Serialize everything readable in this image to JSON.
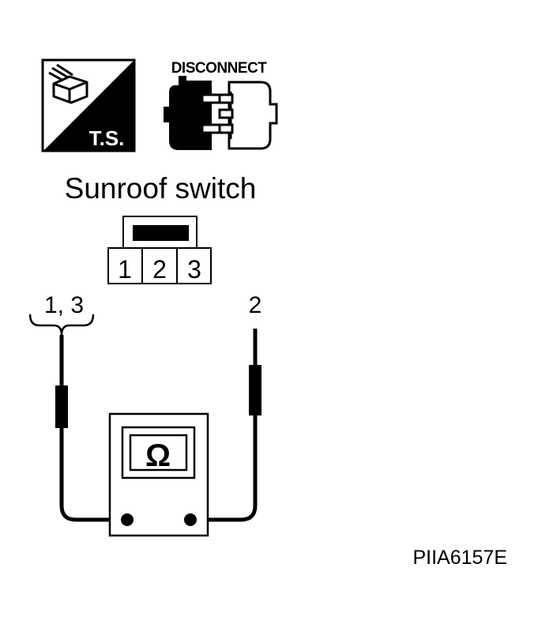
{
  "icons": {
    "ts_label": "T.S.",
    "disconnect_label": "DISCONNECT"
  },
  "title": "Sunroof switch",
  "connector": {
    "pins": [
      "1",
      "2",
      "3"
    ]
  },
  "probes": {
    "left_label": "1, 3",
    "right_label": "2"
  },
  "meter": {
    "symbol": "Ω"
  },
  "figure_id": "PIIA6157E"
}
